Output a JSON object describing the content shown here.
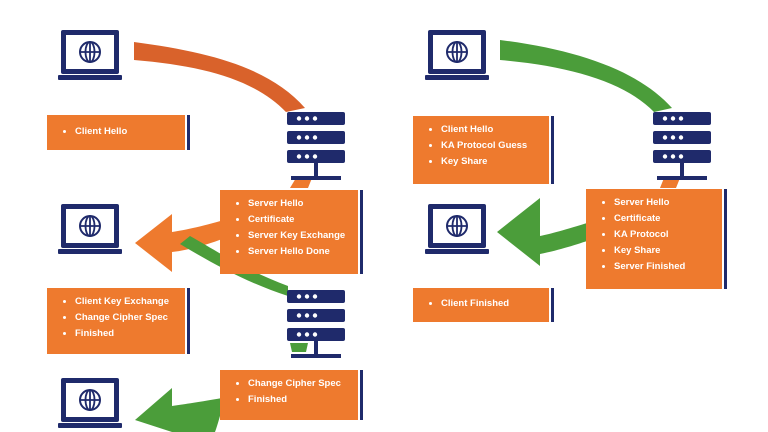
{
  "colors": {
    "orange": "#ee7a2e",
    "green": "#4b9d3a",
    "navy": "#1f2a6b"
  },
  "icons": {
    "client": "laptop-globe-icon",
    "server": "server-rack-icon"
  },
  "tls12": {
    "client_hello": [
      "Client Hello"
    ],
    "server_response": [
      "Server Hello",
      "Certificate",
      "Server Key Exchange",
      "Server Hello Done"
    ],
    "client_key_exchange": [
      "Client Key Exchange",
      "Change Cipher Spec",
      "Finished"
    ],
    "server_finished": [
      "Change Cipher Spec",
      "Finished"
    ]
  },
  "tls13": {
    "client_hello": [
      "Client Hello",
      "KA Protocol Guess",
      "Key Share"
    ],
    "server_response": [
      "Server Hello",
      "Certificate",
      "KA Protocol",
      "Key Share",
      "Server Finished"
    ],
    "client_finished": [
      "Client Finished"
    ]
  }
}
